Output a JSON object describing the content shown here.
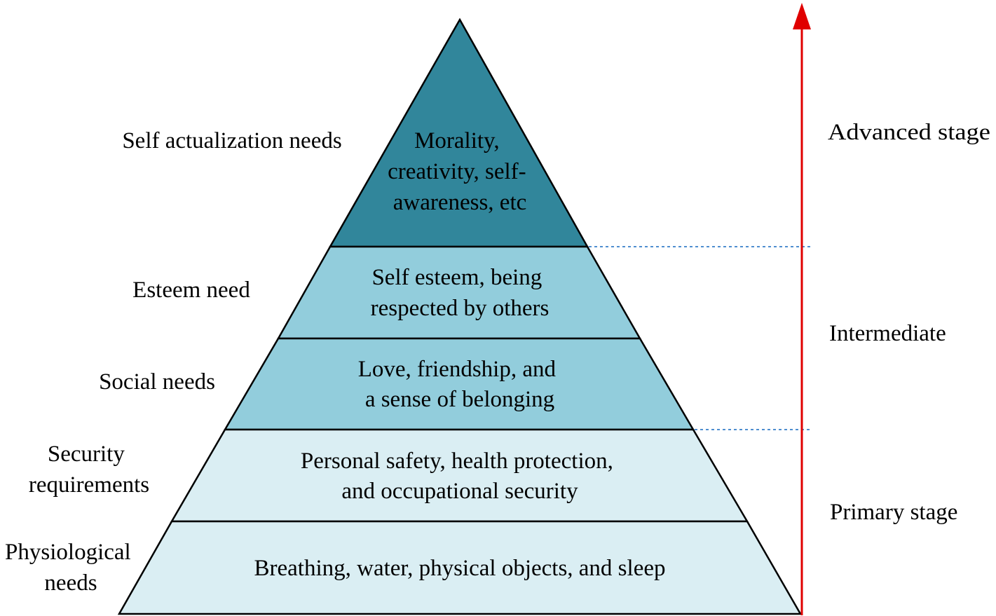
{
  "levels": [
    {
      "name": "Self actualization needs",
      "description": [
        "Morality,",
        "creativity, self-",
        "awareness, etc"
      ],
      "color": "#31869b"
    },
    {
      "name": "Esteem need",
      "description": [
        "Self esteem, being",
        "respected by others"
      ],
      "color": "#92cddc"
    },
    {
      "name": "Social needs",
      "description": [
        "Love, friendship, and",
        "a sense of belonging"
      ],
      "color": "#92cddc"
    },
    {
      "name": [
        "Security",
        "requirements"
      ],
      "description": [
        "Personal safety, health protection,",
        "and occupational security"
      ],
      "color": "#daeef3"
    },
    {
      "name": [
        "Physiological",
        "needs"
      ],
      "description": [
        "Breathing, water, physical objects, and sleep"
      ],
      "color": "#daeef3"
    }
  ],
  "stages": [
    "Advanced stage",
    "Intermediate",
    "Primary stage"
  ],
  "colors": {
    "outline": "#000000",
    "arrow": "#e00000",
    "divider": "#4f8ed0"
  }
}
